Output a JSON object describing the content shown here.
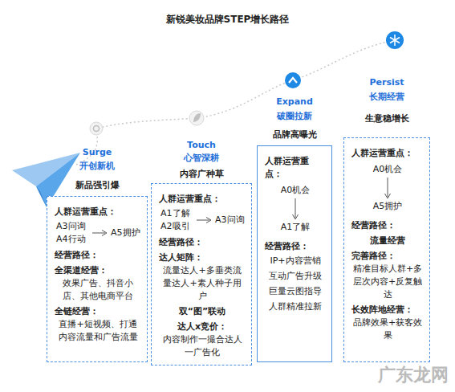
{
  "diagram": {
    "title": "新锐美妆品牌STEP增长路径",
    "nodes": [
      {
        "text": [
          "Surge",
          "开创新机",
          "新品强引爆",
          "人群运营重点：",
          "A3问询 A4行动",
          "A5拥护",
          "经营路径：",
          "全渠道经营：",
          "效果广告、抖音小店、其他电商平台",
          "全链经营：",
          "直播+短视频、打通内容流量和广告流量"
        ]
      },
      {
        "text": [
          "Touch",
          "心智深耕",
          "内容广种草",
          "人群运营重点：",
          "A1了解 A2吸引",
          "A3问询",
          "经营路径：",
          "达人矩阵：",
          "流量达人+多垂类流量达人+素人种子用户",
          "双“图”联动",
          "达人x竞价：",
          "内容制作一撮合达人一广告化"
        ]
      },
      {
        "text": [
          "Expand",
          "破圈拉新",
          "品牌高曝光",
          "人群运营重点：",
          "A0机会",
          "A1了解",
          "经营路径：",
          "IP+内容营销 互动广告升级 巨量云图指导人群精准拉新"
        ]
      },
      {
        "text": [
          "Persist",
          "长期经营",
          "生意稳增长",
          "人群运营重点：",
          "A0机会",
          "A5拥护",
          "经营路径：",
          "流量经营",
          "完善路径：",
          "精准目标人群+多层次内容+反复触达",
          "长效阵地经营：",
          "品牌效果+获客效果"
        ]
      }
    ],
    "labels": [
      "广东龙网"
    ]
  }
}
